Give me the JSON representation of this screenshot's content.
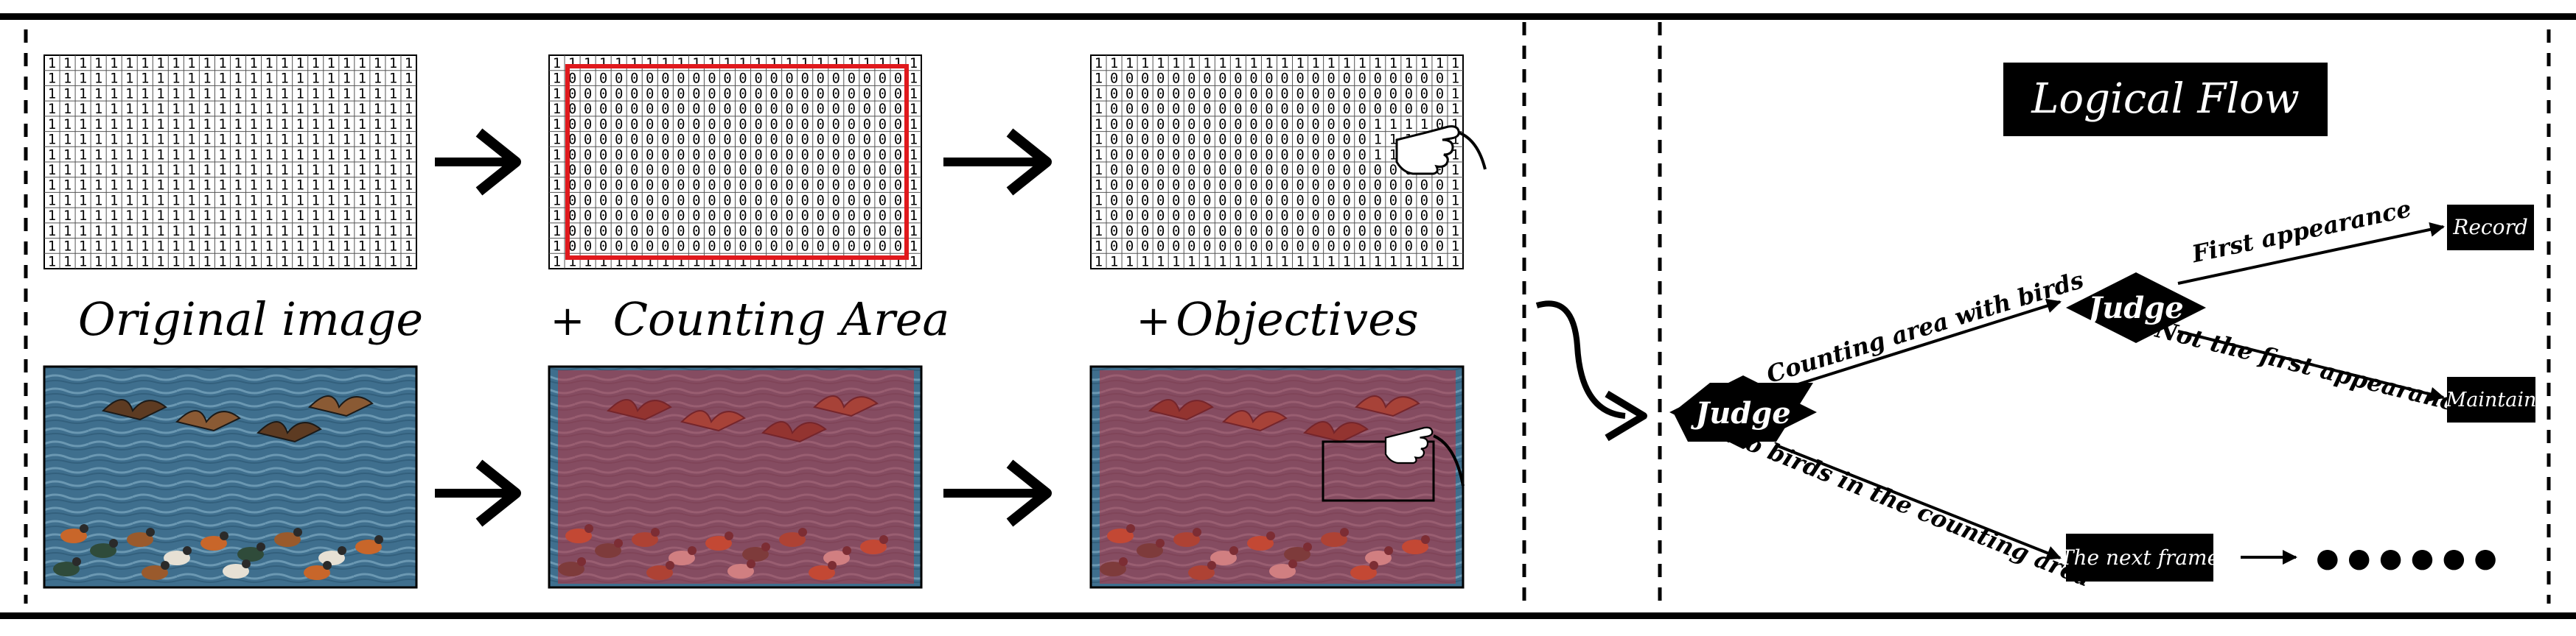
{
  "stages": {
    "original_label": "Original image",
    "plus_1": "+",
    "counting_label": "Counting Area",
    "plus_2": "+",
    "objectives_label": "Objectives"
  },
  "grid_digits": {
    "border": "1",
    "inner": "0"
  },
  "logical_flow": {
    "title": "Logical Flow",
    "judge_main": "Judge",
    "judge_second": "Judge",
    "edge_counting_area": "Counting area with birds",
    "edge_no_birds": "No birds in the counting area",
    "edge_first": "First appearance",
    "edge_not_first": "Not the first appearance",
    "box_record": "Record",
    "box_maintain": "Maintain",
    "box_next_frame": "The next frame",
    "ellipsis": "● ● ● ● ● ●"
  },
  "colors": {
    "black": "#000000",
    "counting_area_outline": "#e0191d",
    "counting_area_tint": "#c0303c",
    "water": "#3d6f8f",
    "water_light": "#6f9fb9"
  }
}
